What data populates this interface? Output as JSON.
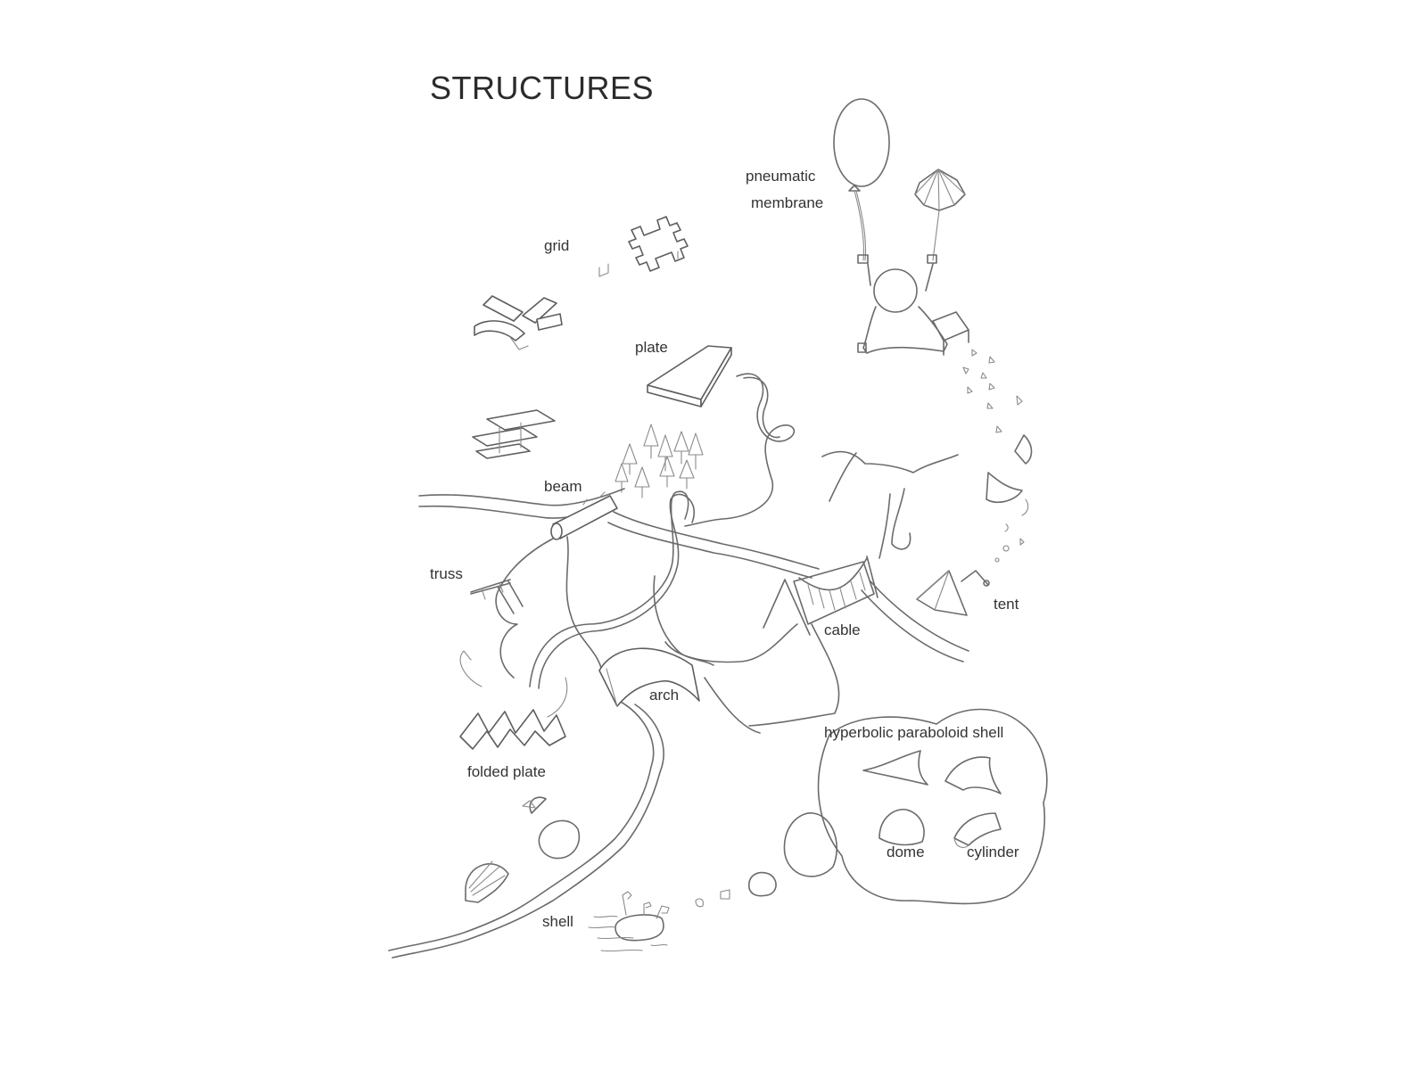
{
  "title": "STRUCTURES",
  "labels": {
    "pneumatic": "pneumatic",
    "membrane": "membrane",
    "grid": "grid",
    "plate": "plate",
    "beam": "beam",
    "truss": "truss",
    "tent": "tent",
    "cable": "cable",
    "arch": "arch",
    "hyperbolic": "hyperbolic paraboloid shell",
    "folded_plate": "folded plate",
    "dome": "dome",
    "cylinder": "cylinder",
    "shell": "shell"
  },
  "colors": {
    "ink": "#5e5e5e",
    "text": "#333333",
    "paper": "#ffffff"
  }
}
